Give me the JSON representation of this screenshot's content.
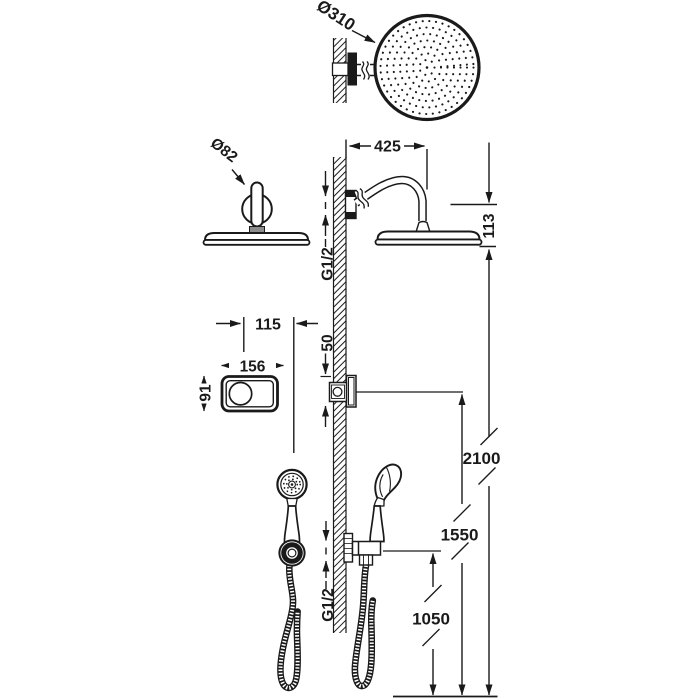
{
  "drawing": {
    "kind": "shower-system-installation-dimension-drawing"
  },
  "colors": {
    "line": "#1a1a1a",
    "background": "#ffffff"
  },
  "dims": {
    "head_diameter": "Ø310",
    "flange_diameter": "Ø82",
    "arm_reach": "425",
    "head_drop": "113",
    "thread_arm": "G1/2",
    "control_offset": "115",
    "control_width": "156",
    "control_height": "91",
    "valve_port_span": "50",
    "thread_handset": "G1/2",
    "height_overhead": "2100",
    "height_valve": "1550",
    "height_handset": "1050"
  }
}
